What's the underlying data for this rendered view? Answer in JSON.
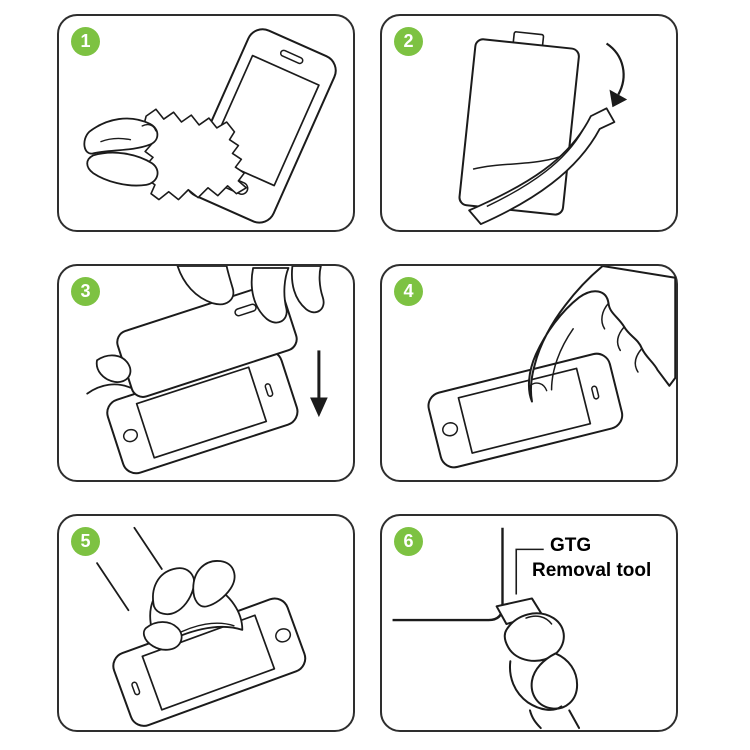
{
  "colors": {
    "badge_green": "#7DC242",
    "line_color": "#1b1b1b",
    "panel_border": "#2e2e2e",
    "background": "#ffffff"
  },
  "steps": [
    {
      "number": "1",
      "illustration": "clean-screen-with-cloth"
    },
    {
      "number": "2",
      "illustration": "peel-backing-film"
    },
    {
      "number": "3",
      "illustration": "align-glass-with-screen"
    },
    {
      "number": "4",
      "illustration": "press-center-to-adhere"
    },
    {
      "number": "5",
      "illustration": "remove-front-film"
    },
    {
      "number": "6",
      "illustration": "use-gtg-removal-tool"
    }
  ],
  "labels": {
    "gtg_line1": "GTG",
    "gtg_line2": "Removal tool"
  }
}
